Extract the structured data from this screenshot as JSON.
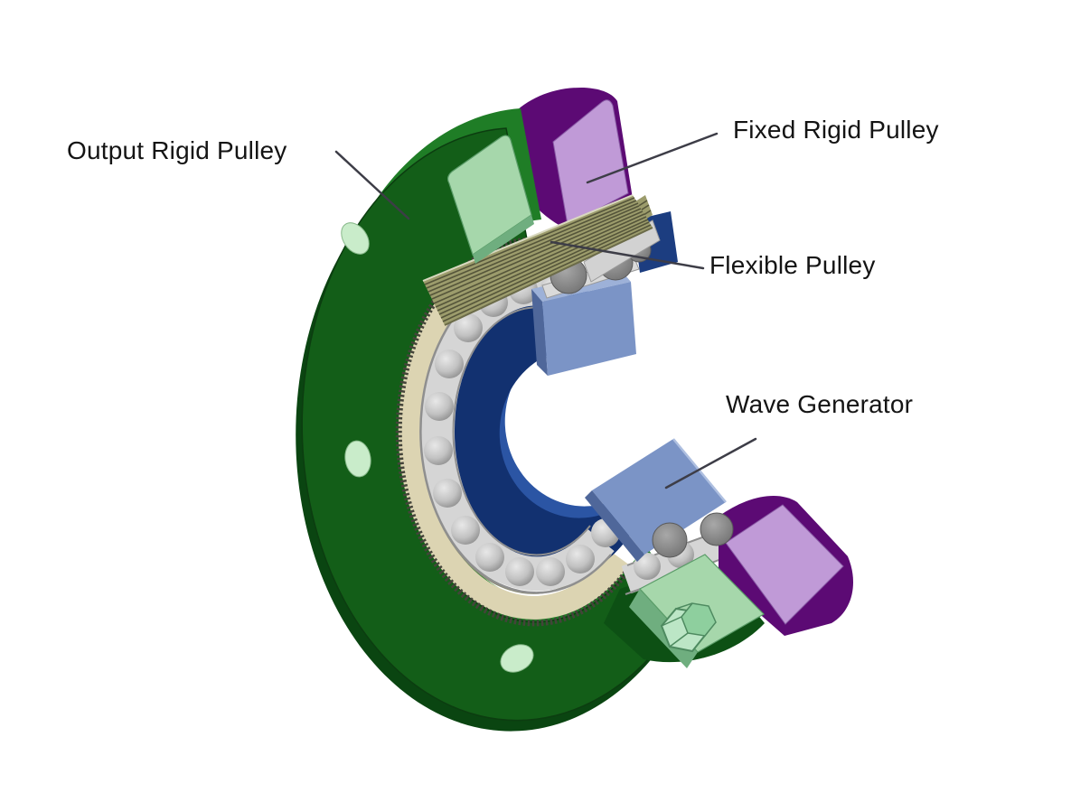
{
  "diagram": {
    "type": "3d-cad-cutaway",
    "subject": "harmonic pulley drive cross-section",
    "background": "#ffffff",
    "labels": {
      "output": {
        "text": "Output Rigid Pulley"
      },
      "fixed": {
        "text": "Fixed Rigid Pulley"
      },
      "flexible": {
        "text": "Flexible Pulley"
      },
      "wave": {
        "text": "Wave Generator"
      }
    },
    "components": [
      {
        "name": "Output Rigid Pulley",
        "color": "#135e18"
      },
      {
        "name": "Fixed Rigid Pulley",
        "color": "#5c0a74"
      },
      {
        "name": "Flexible Pulley",
        "color": "#9c9c6c"
      },
      {
        "name": "Wave Generator",
        "color": "#7b94c6"
      }
    ]
  },
  "colors": {
    "green_front": "#135e18",
    "green_top": "#1f7d26",
    "green_shadow": "#0a4511",
    "green_blob": "#0d5014",
    "mint_face": "#a6d7ab",
    "mint_dark": "#6fae7f",
    "mint_edge": "#5a9c68",
    "hex_rim": "#bce6c6",
    "hex_depth": "#8ecf9e",
    "hex_line": "#4e8a60",
    "purple_dark": "#5c0a74",
    "lavender_face": "#c09ad7",
    "cream_band": "#dcd4b2",
    "teeth": "#44443a",
    "cream_edge": "#8d8d75",
    "race_gray": "#d5d5d5",
    "race_edge": "#8f8f8f",
    "plate_gray": "#cfcfcf",
    "plate_gray2": "#d2d2d2",
    "ball_light": "#e0e0e0",
    "ball_dark": "#9a9a9a",
    "roller_light": "#a0a0a0",
    "roller_dark": "#6e6e6e",
    "roller_stroke": "#5a5a5a",
    "navy_front": "#123170",
    "navy_back": "#2b55a4",
    "navy_patch": "#1c3d80",
    "wave_face": "#7b94c6",
    "wave_top": "#9db1d8",
    "wave_dark": "#4f679a",
    "wave_highlight": "#aebfe0",
    "belt_base": "#9c9c6c",
    "belt_stripe": "#55553a",
    "belt_light": "#d9d9c0",
    "belt_bottom_edge": "#6b6b49",
    "flange_hole": "#c9ecca",
    "leader": "#3d3d47",
    "label_text": "#141414"
  }
}
